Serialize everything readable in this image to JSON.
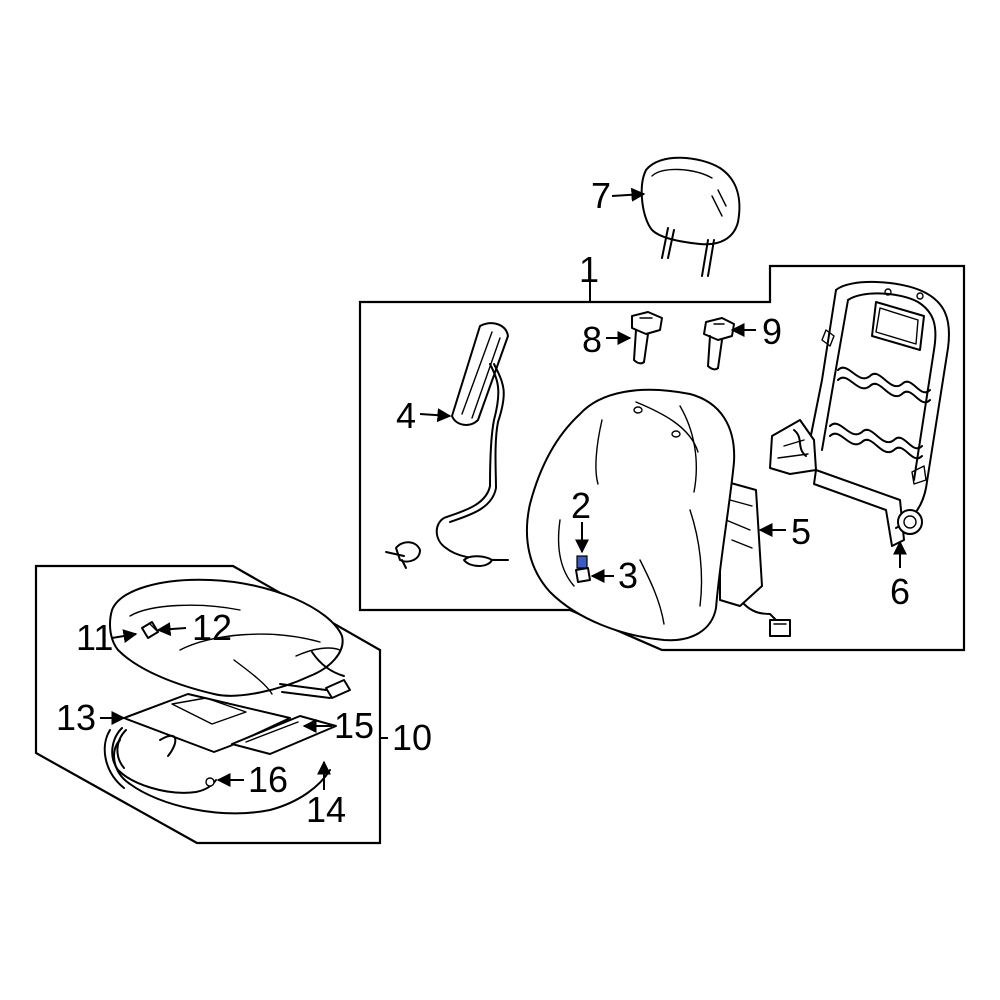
{
  "callouts": {
    "c1": "1",
    "c2": "2",
    "c3": "3",
    "c4": "4",
    "c5": "5",
    "c6": "6",
    "c7": "7",
    "c8": "8",
    "c9": "9",
    "c10": "10",
    "c11": "11",
    "c12": "12",
    "c13": "13",
    "c14": "14",
    "c15": "15",
    "c16": "16"
  },
  "colors": {
    "line": "#000000",
    "background": "#ffffff",
    "highlight": "#3a5bbf"
  }
}
